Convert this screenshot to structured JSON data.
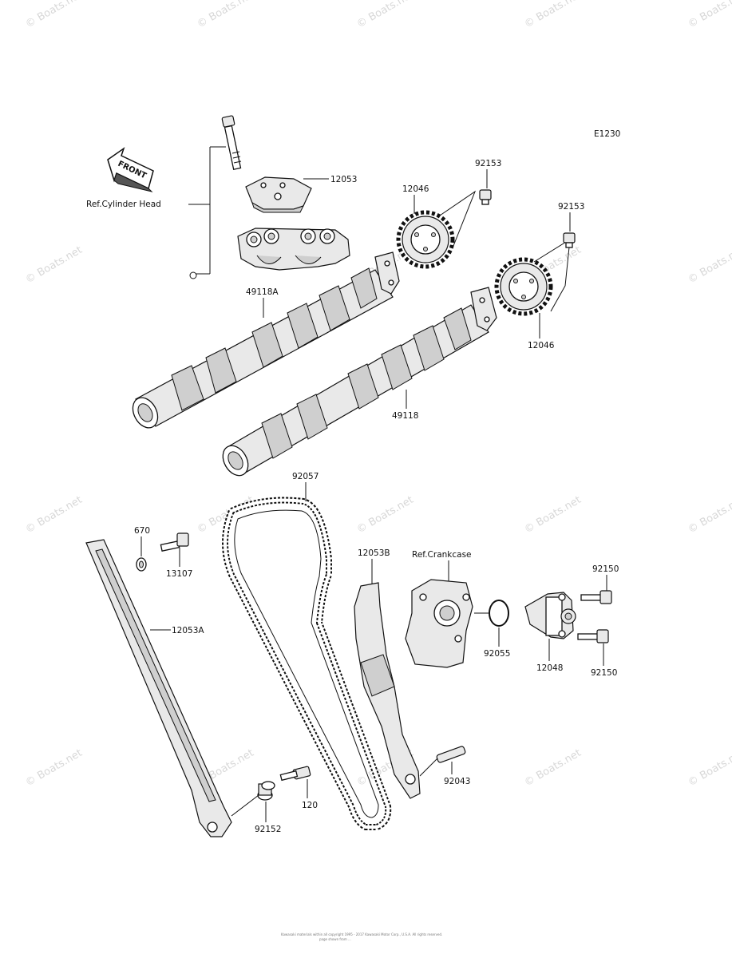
{
  "diagram_code": "E1230",
  "front_label": "FRONT",
  "watermark_text": "© Boats.net",
  "reference_labels": {
    "cylinder_head": "Ref.Cylinder Head",
    "crankcase": "Ref.Crankcase"
  },
  "part_labels": {
    "p12053": "12053",
    "p12046_upper": "12046",
    "p92153_upper": "92153",
    "p92153_lower": "92153",
    "p12046_lower": "12046",
    "p49118A": "49118A",
    "p49118": "49118",
    "p92057": "92057",
    "p670": "670",
    "p13107": "13107",
    "p12053A": "12053A",
    "p12053B": "12053B",
    "p92055": "92055",
    "p12048": "12048",
    "p92150_upper": "92150",
    "p92150_lower": "92150",
    "p92043": "92043",
    "p120": "120",
    "p92152": "92152"
  },
  "footer_line1": "Kawasaki materials within all copyright 1995 - 2017 Kawasaki Motor Corp., U.S.A. All rights reserved.",
  "footer_line2": "page shown from ..."
}
